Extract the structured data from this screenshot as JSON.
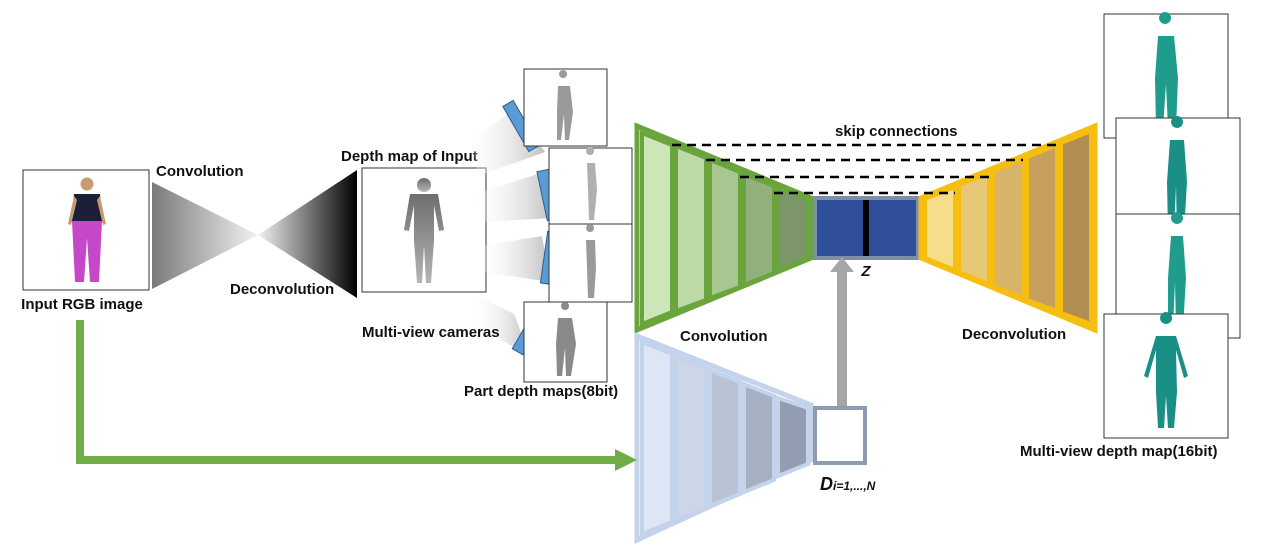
{
  "labels": {
    "input_rgb": "Input RGB image",
    "convolution_top": "Convolution",
    "deconvolution_left": "Deconvolution",
    "depth_map_input": "Depth map of Input",
    "multiview_cameras": "Multi-view cameras",
    "part_depth_maps": "Part depth maps(8bit)",
    "skip_connections": "skip connections",
    "convolution_encoder": "Convolution",
    "deconvolution_decoder": "Deconvolution",
    "z": "Z",
    "d_main": "D",
    "d_sub": "i=1,...,N",
    "multiview_depth": "Multi-view depth map(16bit)"
  },
  "colors": {
    "encoder_green": "#6aa43c",
    "encoder_fill": "#c5e0b0",
    "decoder_gold": "#f6bf10",
    "decoder_fill": "#f3d77a",
    "latent_blue": "#2f4f9a",
    "latent_border": "#7f8ea8",
    "lower_encoder": "#c3d3eb",
    "camera_blue": "#5b9bd5",
    "arrow_green": "#70ad47",
    "arrow_gray": "#a6a6a6",
    "body_teal": "#1f9c8c",
    "shirt": "#1c1f3a",
    "pants": "#c548c9"
  }
}
